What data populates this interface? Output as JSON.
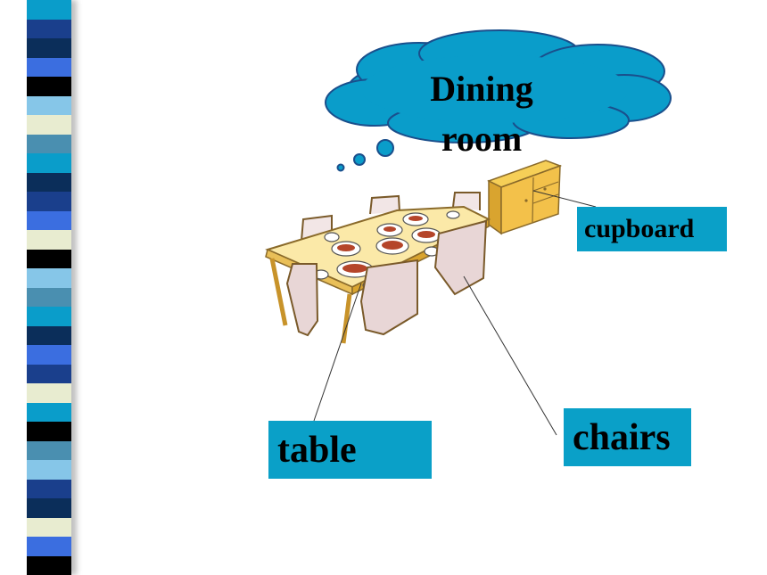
{
  "cloud": {
    "title": "Dining room"
  },
  "labels": {
    "cupboard": "cupboard",
    "table": "table",
    "chairs": "chairs"
  },
  "colors": {
    "label_bg": "#0aa0c8",
    "cloud_fill": "#0a9dca",
    "stripe_palette": [
      "#1a3f8c",
      "#0a9dca",
      "#000000",
      "#3b6ee0",
      "#e8ecd0",
      "#4a8fb0",
      "#0b2e5a",
      "#86c6e8"
    ]
  }
}
